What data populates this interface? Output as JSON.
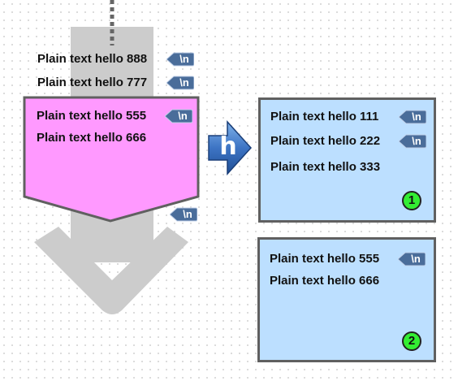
{
  "diagram": {
    "upper_lines": [
      "Plain text hello 888",
      "Plain text hello 777"
    ],
    "input_block": {
      "lines": [
        "Plain text hello 555",
        "Plain text hello 666"
      ],
      "fill": "#ff99ff"
    },
    "newline_tag": "\\n",
    "transform_icon_letter": "h",
    "outputs": [
      {
        "lines": [
          "Plain text hello 111",
          "Plain text hello 222",
          "Plain text hello 333"
        ],
        "badge": "1"
      },
      {
        "lines": [
          "Plain text hello 555",
          "Plain text hello 666"
        ],
        "badge": "2"
      }
    ],
    "colors": {
      "output_fill": "#bcdfff",
      "badge_fill": "#33ee33",
      "tag_fill": "#4a6d9a",
      "flow_arrow": "#cccccc"
    }
  }
}
